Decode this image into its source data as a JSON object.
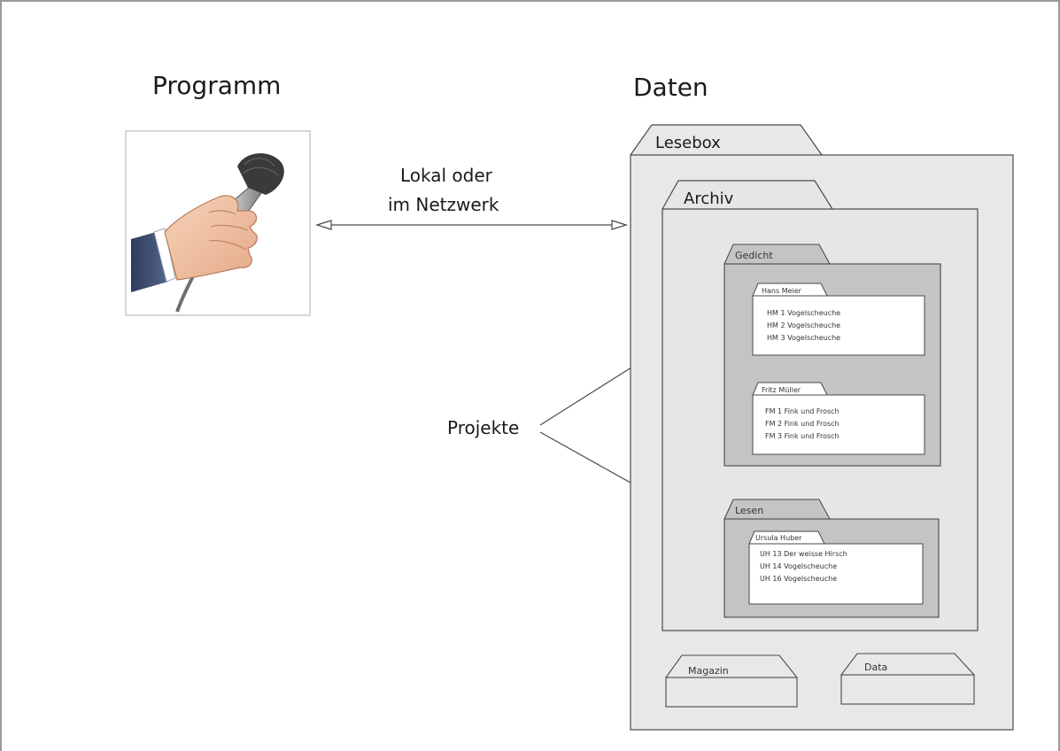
{
  "programm_heading": "Programm",
  "daten_heading": "Daten",
  "connection_label": [
    "Lokal oder",
    "im Netzwerk"
  ],
  "projekte_label": "Projekte",
  "lesebox": {
    "label": "Lesebox",
    "archiv": {
      "label": "Archiv",
      "projects": [
        {
          "label": "Gedicht",
          "readers": [
            {
              "name": "Hans Meier",
              "items": [
                "HM 1 Vogelscheuche",
                "HM 2 Vogelscheuche",
                "HM 3 Vogelscheuche"
              ]
            },
            {
              "name": "Fritz Müller",
              "items": [
                "FM 1 Fink und Frosch",
                "FM 2 Fink und Frosch",
                "FM 3 Fink und Frosch"
              ]
            }
          ]
        },
        {
          "label": "Lesen",
          "readers": [
            {
              "name": "Ursula Huber",
              "items": [
                "UH 13 Der weisse Hirsch",
                "UH 14 Vogelscheuche",
                "UH 16 Vogelscheuche"
              ]
            }
          ]
        }
      ]
    },
    "magazin": "Magazin",
    "data": "Data"
  },
  "colors": {
    "outer_folder": "#e8e8e8",
    "archiv_folder": "#e6e6e6",
    "project_folder": "#c4c4c4",
    "reader_folder": "#ffffff",
    "stroke": "#4a4a4a"
  },
  "icon": "microphone-in-hand"
}
